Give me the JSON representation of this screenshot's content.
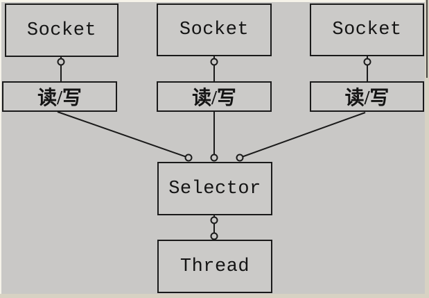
{
  "nodes": {
    "socket1": "Socket",
    "socket2": "Socket",
    "socket3": "Socket",
    "rw1": "读/写",
    "rw2": "读/写",
    "rw3": "读/写",
    "selector": "Selector",
    "thread": "Thread"
  },
  "colors": {
    "background": "#c9c8c6",
    "node_fill": "#cbcac8",
    "line": "#1a1a1a",
    "frame_light": "#f6f3e9",
    "frame_shade": "#d7d2c3"
  }
}
